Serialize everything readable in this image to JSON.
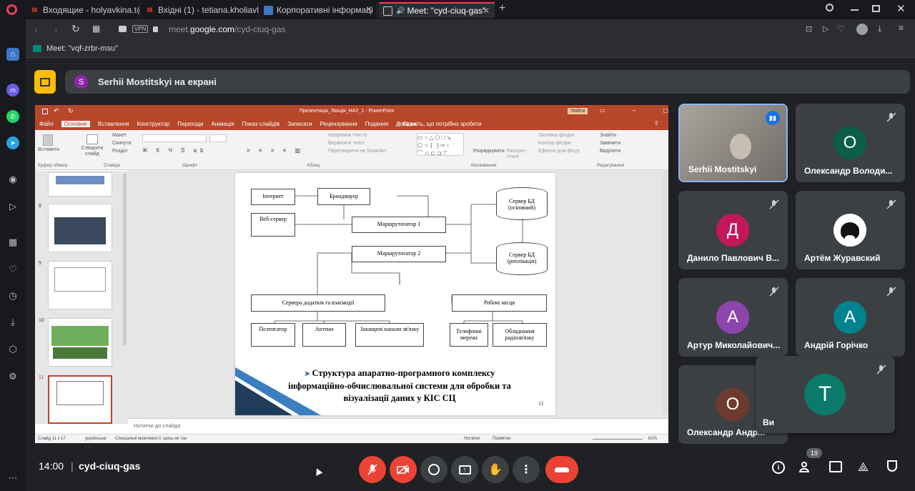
{
  "browser": {
    "tabs": [
      {
        "label": "Входящие - holyavkina.t@",
        "icon": "gmail-icon"
      },
      {
        "label": "Вхідні (1) - tetiana.kholiavk",
        "icon": "gmail-icon"
      },
      {
        "label": "Корпоративні інформаці",
        "icon": "site-icon"
      },
      {
        "label": "Meet: \"cyd-ciuq-gas\"",
        "icon": "meet-icon"
      }
    ],
    "new_tab": "+",
    "url_prefix": "meet.",
    "url_domain": "google.com",
    "url_path": "/cyd-ciuq-gas",
    "vpn_badge": "VPN",
    "bookmark": "Meet: \"vqf-zrbr-msu\""
  },
  "meet": {
    "presenter_initial": "S",
    "presenter_text": "Serhii Mostitskyi на екрані",
    "time": "14:00",
    "separator": "|",
    "meeting_code": "cyd-ciuq-gas",
    "participants_count": "19",
    "tiles": [
      {
        "name": "Serhii Mostitskyi",
        "initial": "",
        "color": "#5f6368"
      },
      {
        "name": "Олександр Володи...",
        "initial": "О",
        "color": "#0b5e4a"
      },
      {
        "name": "Данило Павлович В...",
        "initial": "Д",
        "color": "#c2185b"
      },
      {
        "name": "Артём Журавский",
        "initial": "",
        "color": "#ffffff"
      },
      {
        "name": "Артур Миколайович...",
        "initial": "А",
        "color": "#8e44ad"
      },
      {
        "name": "Андрій Горічко",
        "initial": "А",
        "color": "#00838f"
      },
      {
        "name": "Олександр Андр...",
        "initial": "О",
        "color": "#6d3b2d"
      },
      {
        "name": "Ви",
        "initial": "T",
        "color": "#0b7a6a"
      }
    ]
  },
  "ppt": {
    "title": "Презентація_Лекція_НАУ_1  -  PowerPoint",
    "signin": "Увійти",
    "tabs": [
      "Файл",
      "Основне",
      "Вставлення",
      "Конструктор",
      "Переходи",
      "Анімація",
      "Показ слайдів",
      "Записати",
      "Рецензування",
      "Подання",
      "Довідка"
    ],
    "tell_me": "Скажіть, що потрібно зробити",
    "groups": [
      "Буфер обміну",
      "Слайди",
      "Шрифт",
      "Абзац",
      "Малювання",
      "Редагування"
    ],
    "ribbon_items": {
      "paste": "Вставити",
      "new_slide": "Створити слайд",
      "layout": "Макет",
      "reset": "Скинути",
      "section": "Розділ",
      "text_dir": "Напрямок тексту",
      "align_text": "Вирівняти текст",
      "smartart": "Перетворити на SmartArt",
      "arrange": "Упорядкувати",
      "quick_styles": "Експрес-стилі",
      "fill": "Заливка фігури",
      "outline": "Контур фігури",
      "effects": "Ефекти для фігур",
      "find": "Знайти",
      "replace": "Замінити",
      "select": "Виділити"
    },
    "thumb_numbers": [
      "8",
      "9",
      "10",
      "11"
    ],
    "notes": "Нотатки до слайда",
    "status_slide": "Слайд 11 з 17",
    "status_lang": "українська",
    "status_access": "Спеціальні можливості: щось не так",
    "status_notes": "Нотатки",
    "status_comments": "Примітки",
    "zoom": "81%"
  },
  "slide": {
    "boxes": {
      "internet": "Інтернет",
      "firewall": "Брандмауер",
      "web": "Веб-сервер",
      "router1": "Маршрутизатор 1",
      "router2": "Маршрутизатор 2",
      "db_main": "Сервер БД (основний)",
      "db_repl": "Сервер БД (реплікація)",
      "app_servers": "Сервера додатків та взаємодії",
      "workplaces": "Робочі місця",
      "direction": "Пеленгатор",
      "antennas": "Антени",
      "secure": "Захищені канали зв'язку",
      "phone": "Телефонні мережі",
      "radio": "Обладнання радіозв'язку"
    },
    "caption_l1": "Структура апаратно-програмного комплексу",
    "caption_l2": "інформаційно-обчислювальної системи для обробки та",
    "caption_l3": "візуалізації даних у КІС СЦ",
    "page_number": "11"
  },
  "colors": {
    "accent": "#e2435a",
    "ppt": "#b7472a",
    "end_call": "#ea4335",
    "meet_bg": "#202124"
  }
}
